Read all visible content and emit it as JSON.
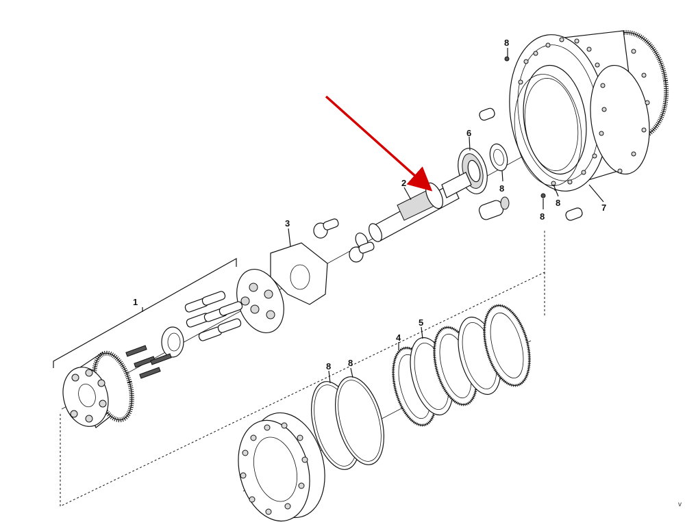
{
  "callouts": {
    "c1": "1",
    "c2": "2",
    "c3": "3",
    "c4": "4",
    "c5": "5",
    "c6": "6",
    "c7": "7",
    "c8a": "8",
    "c8b": "8",
    "c8c": "8",
    "c8d": "8",
    "c8e": "8",
    "c8f": "8"
  },
  "corner_mark": "v",
  "colors": {
    "arrow": "#d40000",
    "line": "#111111"
  }
}
